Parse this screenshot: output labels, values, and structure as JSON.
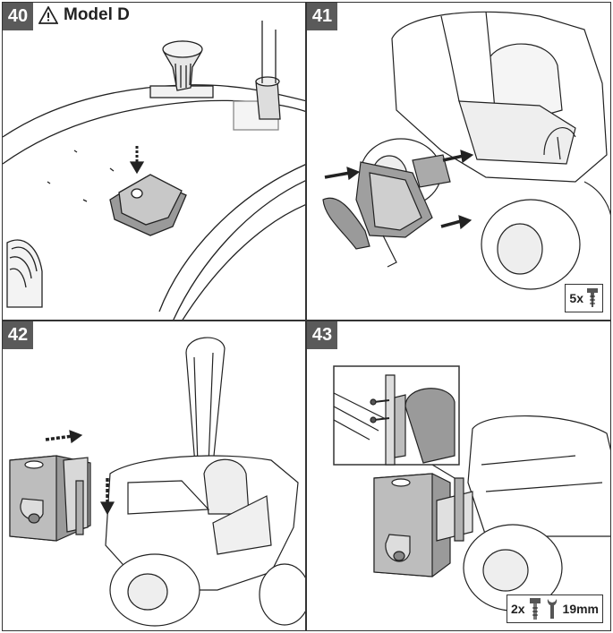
{
  "panels": [
    {
      "step": "40",
      "title": "Model D"
    },
    {
      "step": "41",
      "qty": "5x"
    },
    {
      "step": "42"
    },
    {
      "step": "43",
      "qty": "2x",
      "tool": "19mm"
    }
  ]
}
